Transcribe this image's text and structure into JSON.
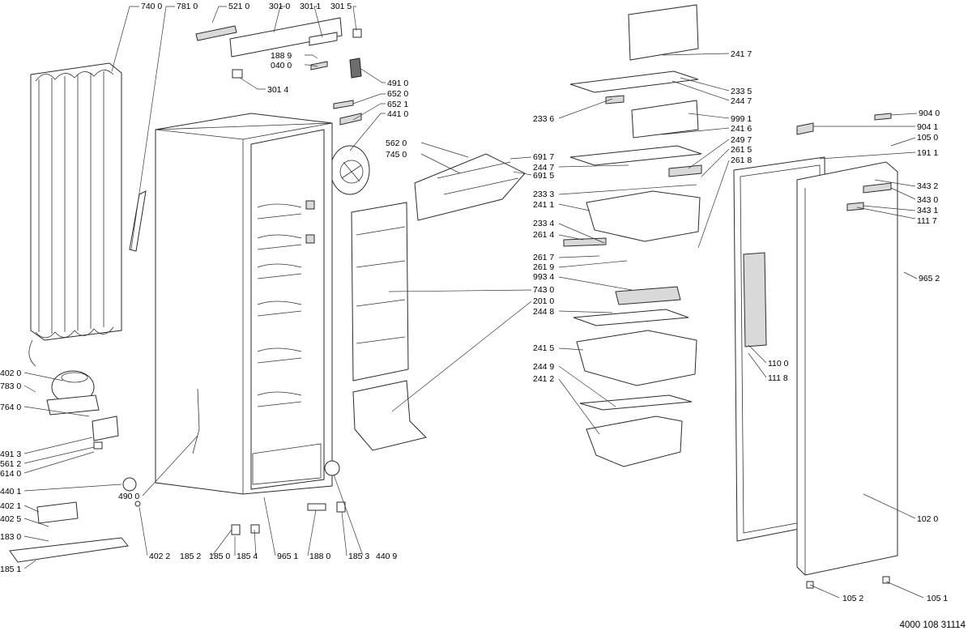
{
  "diagram": {
    "document_number": "4000 108 31114",
    "callouts": [
      "740 0",
      "781 0",
      "521 0",
      "301 0",
      "301 1",
      "301 5",
      "188 9",
      "040 0",
      "301 4",
      "491 0",
      "652 0",
      "652 1",
      "441 0",
      "562 0",
      "745 0",
      "691 7",
      "691 5",
      "241 7",
      "233 5",
      "244 7",
      "233 6",
      "999 1",
      "241 6",
      "249 7",
      "261 5",
      "261 8",
      "244 7",
      "233 3",
      "241 1",
      "233 4",
      "261 4",
      "261 7",
      "261 9",
      "993 4",
      "743 0",
      "201 0",
      "244 8",
      "241 5",
      "244 9",
      "241 2",
      "904 0",
      "904 1",
      "105 0",
      "191 1",
      "343 2",
      "343 0",
      "343 1",
      "111 7",
      "965 2",
      "110 0",
      "111 8",
      "102 0",
      "105 2",
      "105 1",
      "402 0",
      "783 0",
      "764 0",
      "491 3",
      "561 2",
      "614 0",
      "440 1",
      "490 0",
      "402 1",
      "402 5",
      "183 0",
      "185 1",
      "402 2",
      "185 2",
      "185 0",
      "185 4",
      "965 1",
      "188 0",
      "185 3",
      "440 9"
    ]
  }
}
